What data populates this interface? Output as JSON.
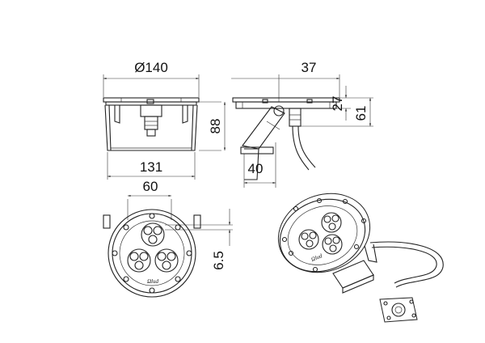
{
  "dimensions": {
    "front_diameter": "Ø140",
    "front_bottom_width": "131",
    "front_height": "88",
    "side_top_offset": "37",
    "side_bracket_width": "40",
    "side_height_small": "27",
    "side_height_large": "61",
    "plan_width": "60",
    "plan_offset": "6.5"
  },
  "logo_text": "Ωlud"
}
